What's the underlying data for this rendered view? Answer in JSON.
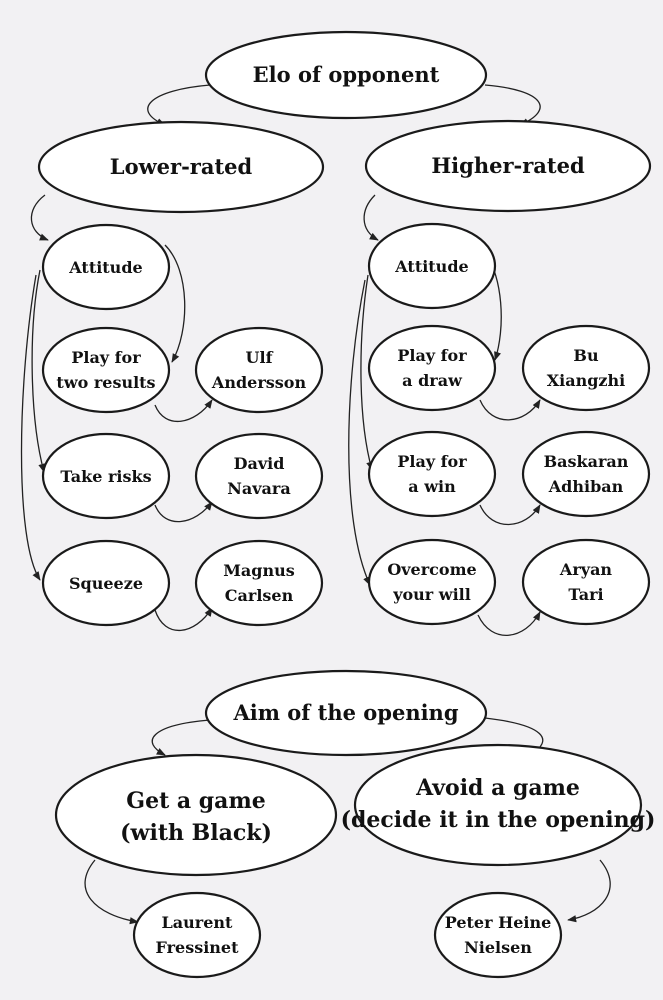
{
  "root": {
    "label": "Elo of opponent"
  },
  "branches": {
    "lower": {
      "label": "Lower-rated",
      "attitude": "Attitude",
      "play_for": [
        "Play for",
        "two results"
      ],
      "take_risks": "Take risks",
      "squeeze": "Squeeze",
      "players": [
        [
          "Ulf",
          "Andersson"
        ],
        [
          "David",
          "Navara"
        ],
        [
          "Magnus",
          "Carlsen"
        ]
      ]
    },
    "higher": {
      "label": "Higher-rated",
      "attitude": "Attitude",
      "play_for_draw": [
        "Play for",
        "a draw"
      ],
      "play_for_win": [
        "Play for",
        "a win"
      ],
      "overcome": [
        "Overcome",
        "your will"
      ],
      "players": [
        [
          "Bu",
          "Xiangzhi"
        ],
        [
          "Baskaran",
          "Adhiban"
        ],
        [
          "Aryan",
          "Tari"
        ]
      ]
    }
  },
  "opening": {
    "label": "Aim of the opening",
    "get_game": [
      "Get a game",
      "(with Black)"
    ],
    "avoid_game": [
      "Avoid a game",
      "(decide it in the opening)"
    ],
    "players": [
      [
        "Laurent",
        "Fressinet"
      ],
      [
        "Peter Heine",
        "Nielsen"
      ]
    ]
  }
}
